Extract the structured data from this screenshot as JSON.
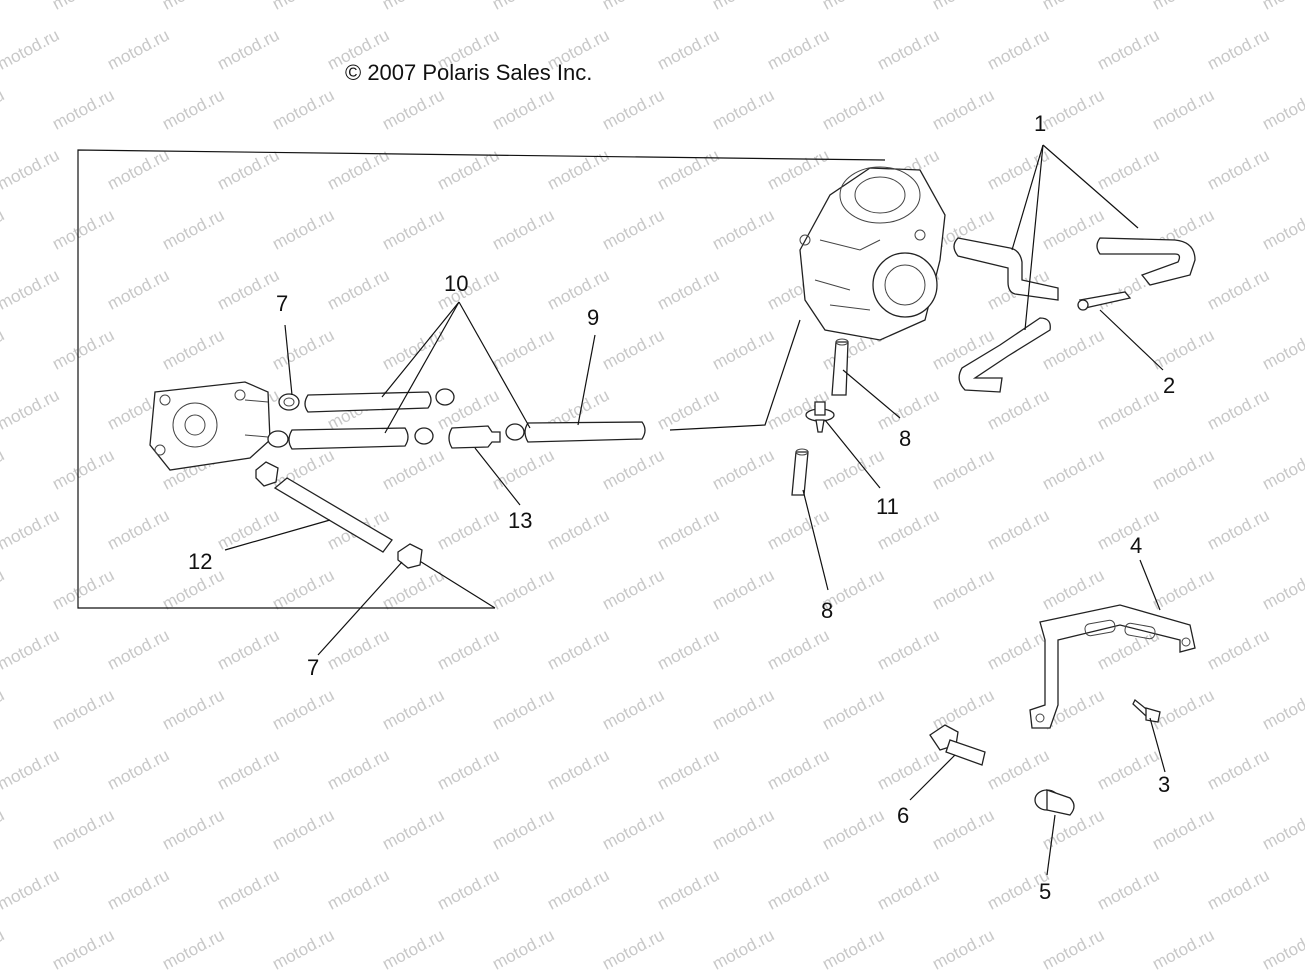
{
  "copyright": "© 2007 Polaris Sales Inc.",
  "watermark": "motod.ru",
  "callouts": [
    {
      "id": "1",
      "label": "1"
    },
    {
      "id": "2",
      "label": "2"
    },
    {
      "id": "3",
      "label": "3"
    },
    {
      "id": "4",
      "label": "4"
    },
    {
      "id": "5",
      "label": "5"
    },
    {
      "id": "6",
      "label": "6"
    },
    {
      "id": "7a",
      "label": "7"
    },
    {
      "id": "7b",
      "label": "7"
    },
    {
      "id": "8a",
      "label": "8"
    },
    {
      "id": "8b",
      "label": "8"
    },
    {
      "id": "9",
      "label": "9"
    },
    {
      "id": "10",
      "label": "10"
    },
    {
      "id": "11",
      "label": "11"
    },
    {
      "id": "12",
      "label": "12"
    },
    {
      "id": "13",
      "label": "13"
    }
  ],
  "colors": {
    "line": "#111111",
    "watermark": "#c8c8c8",
    "background": "#ffffff"
  }
}
